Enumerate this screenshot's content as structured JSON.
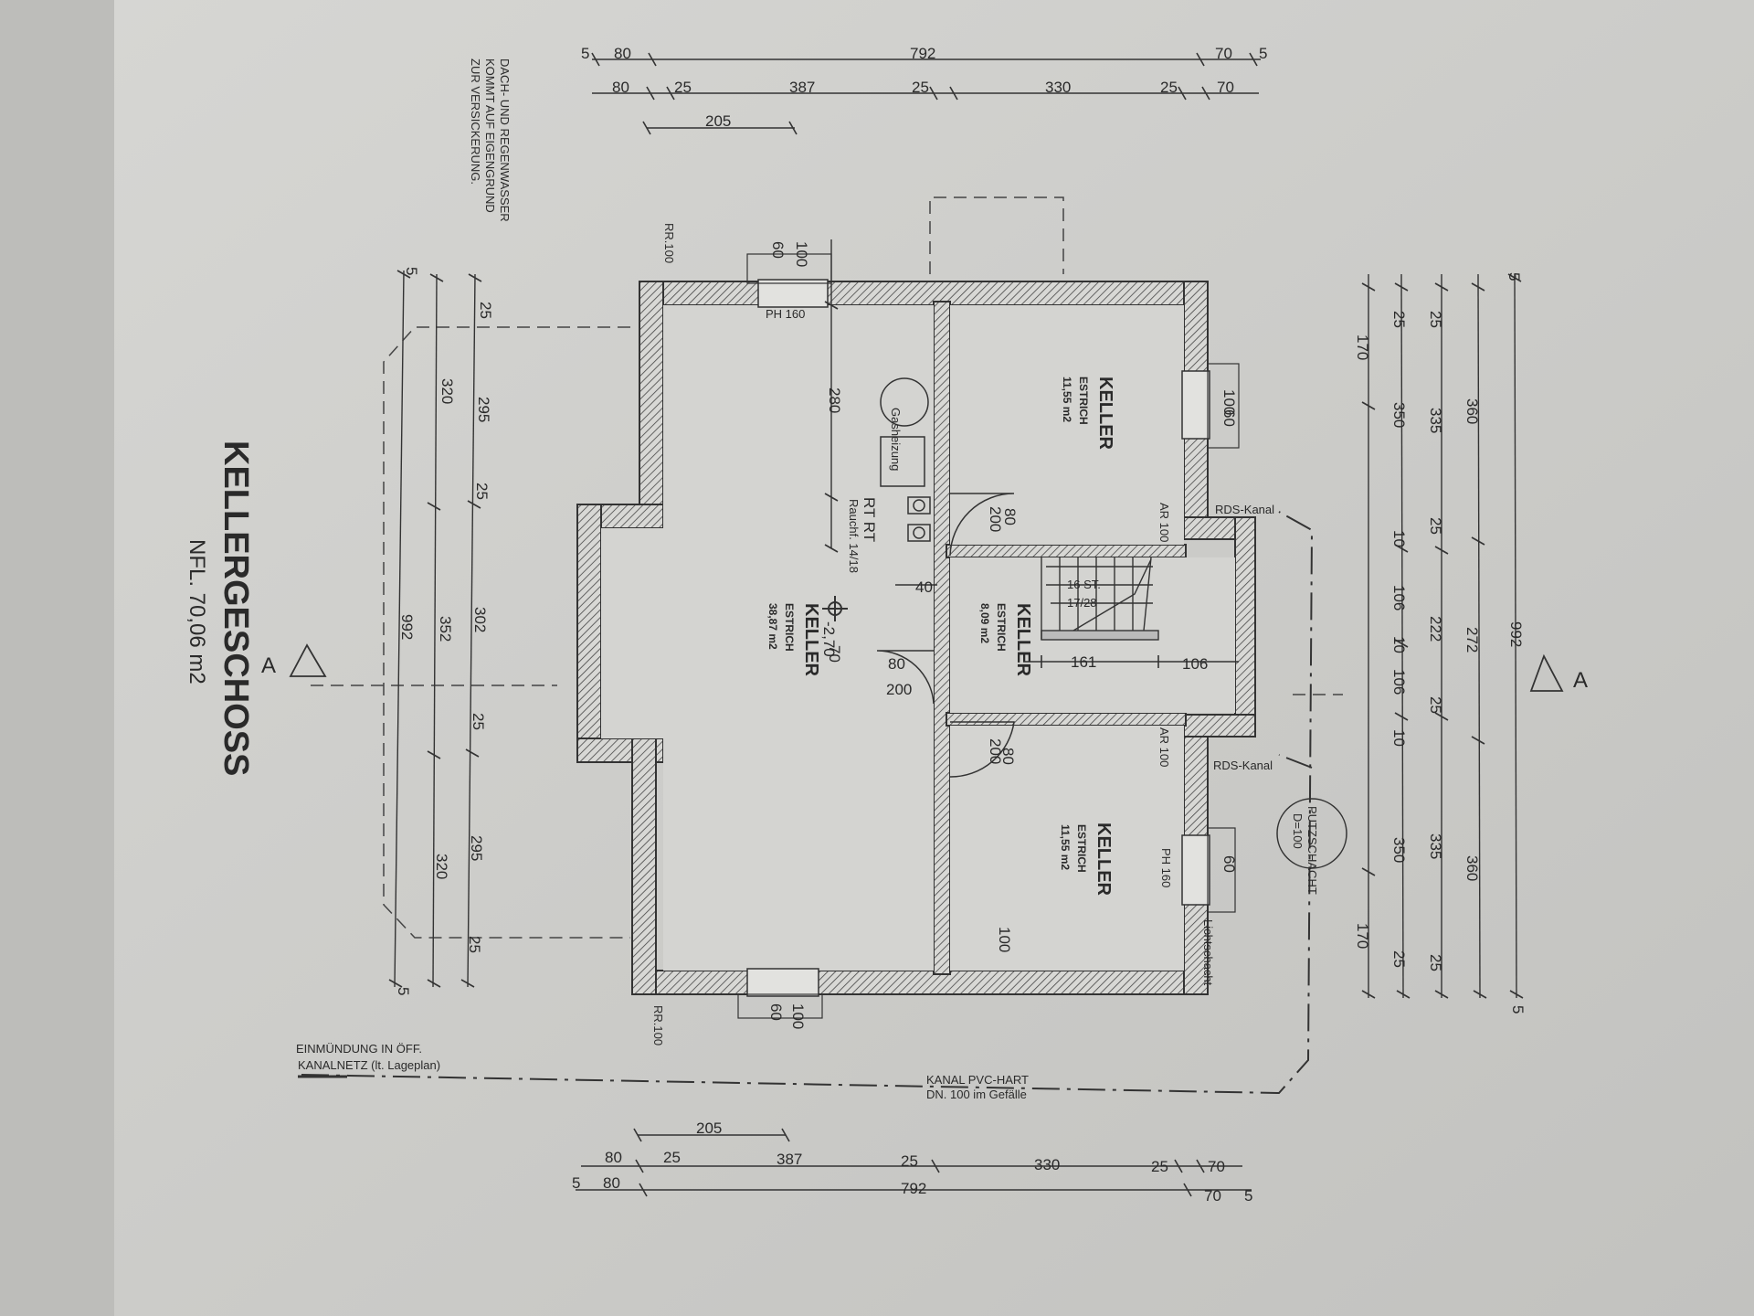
{
  "title": "KELLERGESCHOSS",
  "subtitle": "NFL. 70,06 m2",
  "note": [
    "DACH- UND REGENWASSER",
    "KOMMT AUF EIGENGRUND",
    "ZUR VERSICKERUNG."
  ],
  "section_marker": "A",
  "rooms": {
    "main": {
      "name": "KELLER",
      "floor": "ESTRICH",
      "area": "38,87 m2"
    },
    "top_right": {
      "name": "KELLER",
      "floor": "ESTRICH",
      "area": "11,55 m2"
    },
    "stair": {
      "name": "KELLER",
      "floor": "ESTRICH",
      "area": "8,09 m2"
    },
    "bottom_right": {
      "name": "KELLER",
      "floor": "ESTRICH",
      "area": "11,55 m2"
    }
  },
  "labels": {
    "gasheizung": "Gasheizung",
    "rt": "RT RT",
    "rauchf": "Rauchf. 14/18",
    "level": "-2,70",
    "stair_count": "16 ST.",
    "stair_ratio": "17/28",
    "rds_top": "RDS-Kanal",
    "rds_bottom": "RDS-Kanal",
    "putzschacht": "PUTZSCHACHT",
    "putz_d": "D=100",
    "lichtschacht": "Lichtschacht",
    "kanal": "KANAL PVC-HART",
    "kanal_dn": "DN. 100 im Gefälle",
    "einm1": "EINMÜNDUNG IN ÖFF.",
    "einm2": "KANALNETZ (lt. Lageplan)",
    "rr_top": "RR.100",
    "rr_bottom": "RR.100",
    "ph_top": "PH 160",
    "ph_right": "PH 160",
    "ar1": "AR 100",
    "ar2": "AR 100"
  },
  "dims": {
    "top_row1": [
      "5",
      "80",
      "792",
      "70",
      "5"
    ],
    "top_row2": [
      "80",
      "25",
      "387",
      "25",
      "330",
      "25",
      "70"
    ],
    "top_row3": [
      "205"
    ],
    "bottom_row1": [
      "205"
    ],
    "bottom_row2": [
      "80",
      "25",
      "387",
      "25",
      "330",
      "25",
      "70"
    ],
    "bottom_row3": [
      "5",
      "80",
      "792",
      "70",
      "5"
    ],
    "left_a": [
      "5",
      "992",
      "5"
    ],
    "left_b": [
      "320",
      "352",
      "320"
    ],
    "left_c": [
      "25",
      "295",
      "25",
      "302",
      "25",
      "295",
      "25"
    ],
    "right_a": [
      "170",
      "170"
    ],
    "right_b": [
      "25",
      "350",
      "10",
      "106",
      "10",
      "106",
      "10",
      "350",
      "25"
    ],
    "right_c": [
      "25",
      "335",
      "25",
      "222",
      "25",
      "335",
      "25"
    ],
    "right_d": [
      "360",
      "272",
      "360"
    ],
    "right_e": [
      "5",
      "992",
      "5"
    ],
    "inner": [
      "280",
      "70",
      "40",
      "161",
      "106",
      "80",
      "200",
      "200",
      "80",
      "80",
      "200"
    ],
    "windows": [
      "100",
      "60",
      "100",
      "60",
      "100",
      "60",
      "100",
      "60"
    ]
  }
}
